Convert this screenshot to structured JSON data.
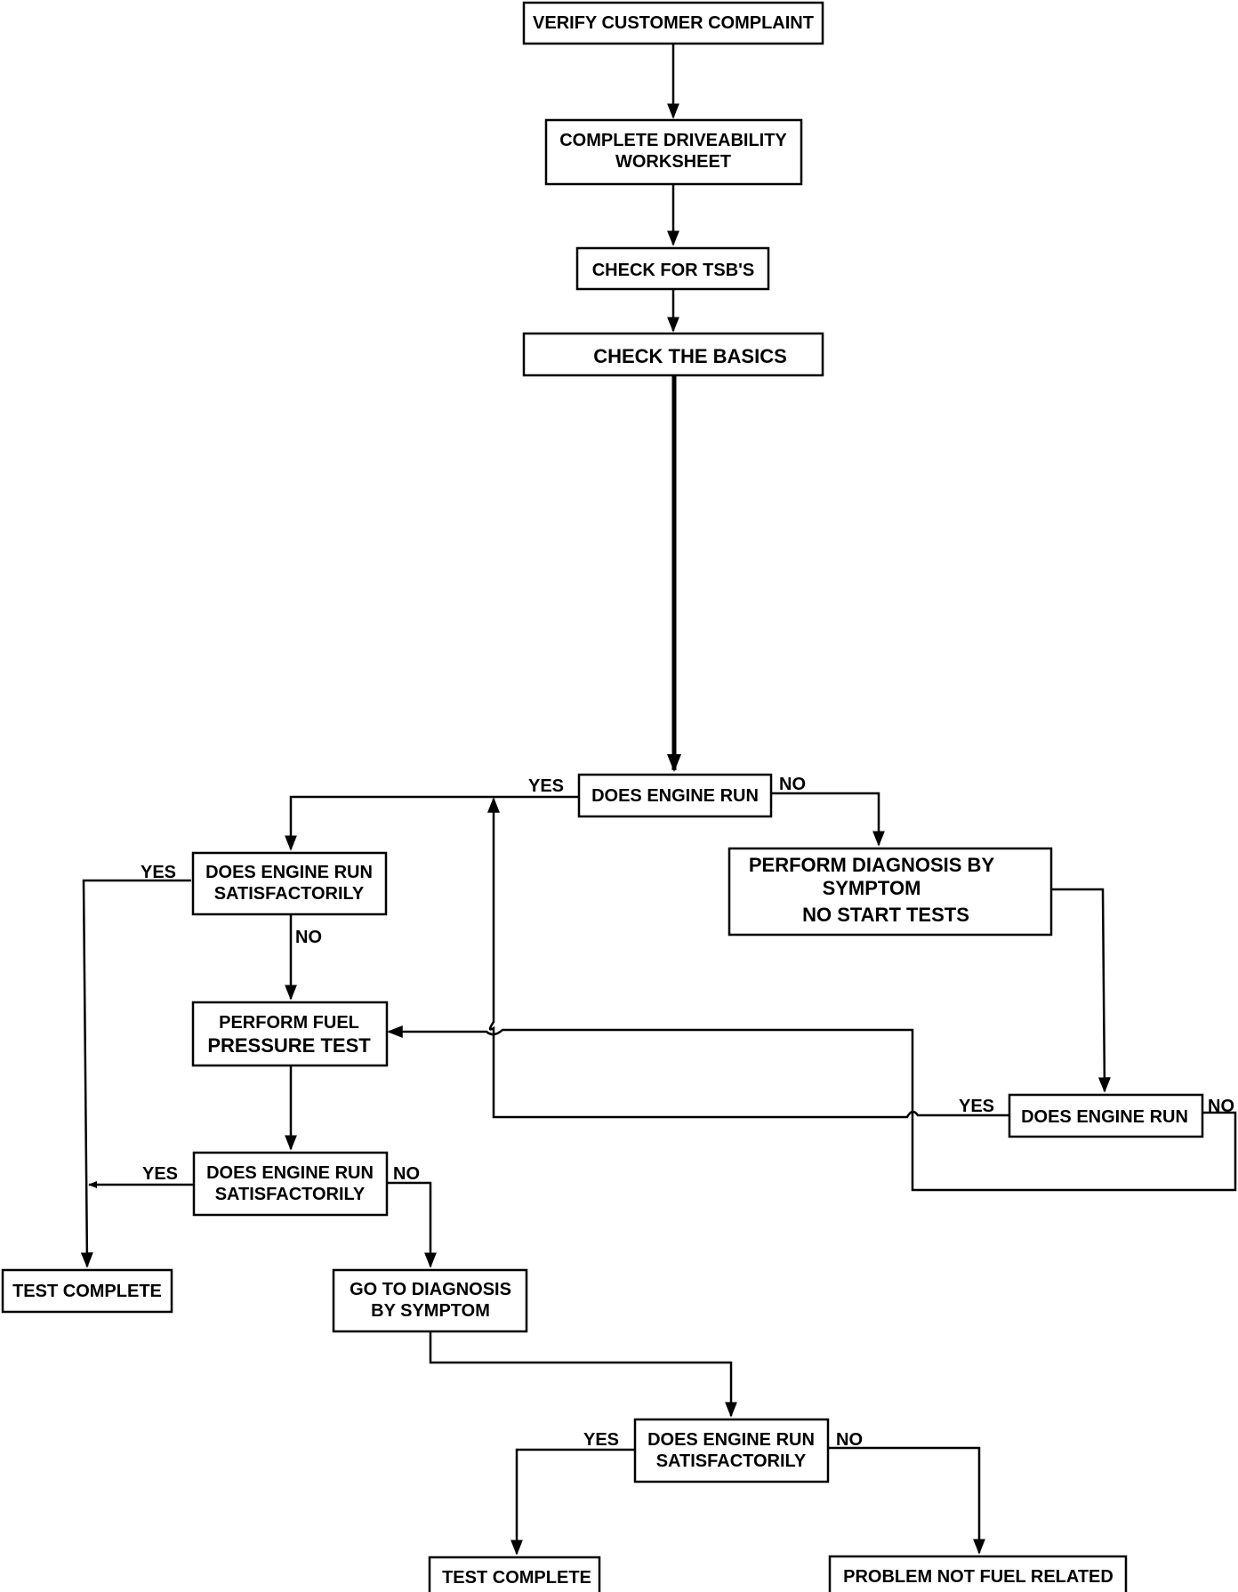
{
  "nodes": {
    "verify": [
      "VERIFY CUSTOMER COMPLAINT"
    ],
    "worksheet": [
      "COMPLETE DRIVEABILITY",
      "WORKSHEET"
    ],
    "tsb": [
      "CHECK FOR TSB'S"
    ],
    "basics": [
      "CHECK THE BASICS"
    ],
    "engine_run_1": [
      "DOES ENGINE RUN"
    ],
    "satisfactory_1": [
      "DOES ENGINE RUN",
      "SATISFACTORILY"
    ],
    "no_start": [
      "PERFORM DIAGNOSIS BY",
      "SYMPTOM",
      "NO START TESTS"
    ],
    "fuel_pressure": [
      "PERFORM FUEL",
      "PRESSURE TEST"
    ],
    "engine_run_2": [
      "DOES ENGINE RUN"
    ],
    "satisfactory_2": [
      "DOES ENGINE RUN",
      "SATISFACTORILY"
    ],
    "test_complete_1": [
      "TEST COMPLETE"
    ],
    "diag_symptom": [
      "GO TO DIAGNOSIS",
      "BY SYMPTOM"
    ],
    "satisfactory_3": [
      "DOES ENGINE RUN",
      "SATISFACTORILY"
    ],
    "test_complete_2": [
      "TEST COMPLETE"
    ],
    "not_fuel": [
      "PROBLEM NOT FUEL RELATED"
    ]
  },
  "labels": {
    "yes": "YES",
    "no": "NO"
  }
}
